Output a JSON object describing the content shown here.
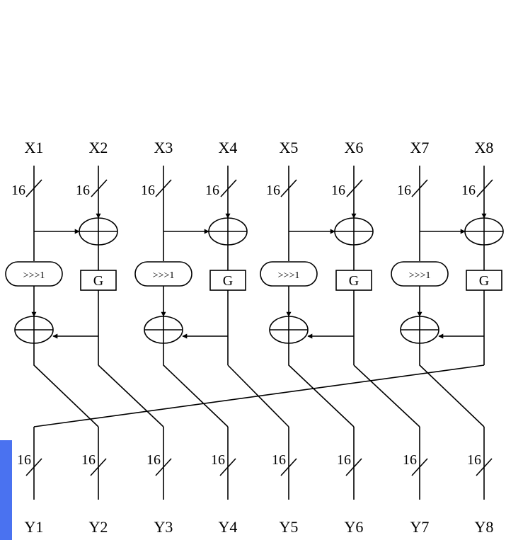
{
  "inputs": [
    "X1",
    "X2",
    "X3",
    "X4",
    "X5",
    "X6",
    "X7",
    "X8"
  ],
  "outputs": [
    "Y1",
    "Y2",
    "Y3",
    "Y4",
    "Y5",
    "Y6",
    "Y7",
    "Y8"
  ],
  "input_widths": [
    "16",
    "16",
    "16",
    "16",
    "16",
    "16",
    "16",
    "16"
  ],
  "output_widths": [
    "16",
    "16",
    "16",
    "16",
    "16",
    "16",
    "16",
    "16"
  ],
  "rotate_label": ">>>1",
  "g_label": "G",
  "colors": {
    "line": "#000000",
    "side_tab": "#4a72f0"
  }
}
